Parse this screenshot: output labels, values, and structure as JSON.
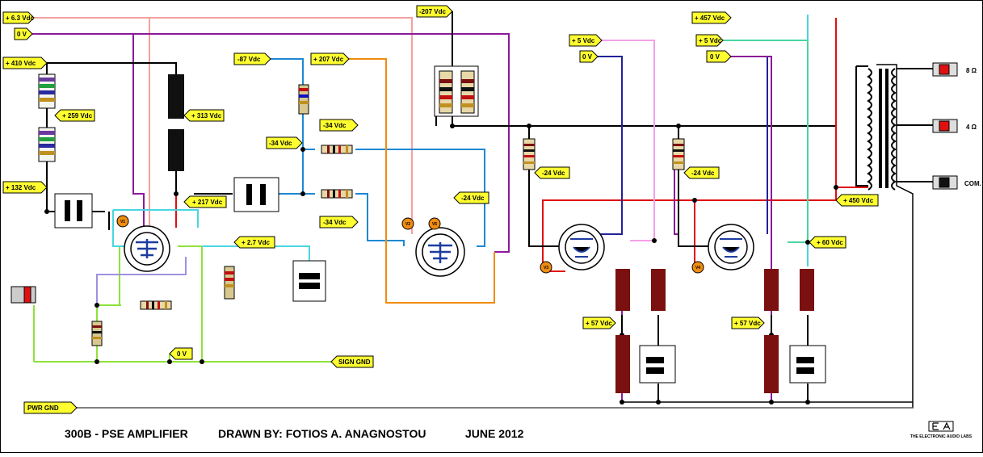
{
  "voltage_tags": {
    "v_minus_207": "-207 Vdc",
    "v_plus_6_3": "+ 6.3 Vdc",
    "v_zero_top": "0 V",
    "v_plus_410": "+ 410 Vdc",
    "v_plus_259": "+ 259 Vdc",
    "v_plus_313": "+ 313 Vdc",
    "v_plus_132": "+ 132 Vdc",
    "v_plus_217": "+ 217 Vdc",
    "v_minus_87": "-87 Vdc",
    "v_plus_207": "+ 207 Vdc",
    "v_minus_34_a": "-34 Vdc",
    "v_minus_34_b": "-34 Vdc",
    "v_minus_34_c": "-34 Vdc",
    "v_minus_24_a": "-24 Vdc",
    "v_minus_24_b": "-24 Vdc",
    "v_minus_24_c": "-24 Vdc",
    "v_plus_2_7": "+ 2.7 Vdc",
    "v_plus_5_a": "+ 5 Vdc",
    "v_zero_a": "0 V",
    "v_plus_457": "+ 457 Vdc",
    "v_plus_5_b": "+ 5 Vdc",
    "v_zero_b": "0 V",
    "v_plus_450": "+ 450 Vdc",
    "v_plus_60": "+ 60 Vdc",
    "v_plus_57_a": "+ 57 Vdc",
    "v_plus_57_b": "+ 57 Vdc",
    "v_zero_bottom": "0 V",
    "sign_gnd": "SIGN GND",
    "pwr_gnd": "PWR GND"
  },
  "outputs": {
    "out_8": "8 Ω",
    "out_4": "4 Ω",
    "out_com": "COM."
  },
  "tube_marks": {
    "v1": "V1",
    "v2": "V2",
    "v3": "V3",
    "v4": "V4",
    "v5": "V5"
  },
  "footer": {
    "title": "300B - PSE AMPLIFIER",
    "drawn_by": "DRAWN BY:  FOTIOS A. ANAGNOSTOU",
    "date": "JUNE 2012"
  },
  "logo_text": "THE ELECTRONIC AUDIO LABS",
  "colors": {
    "black": "#000000",
    "purple": "#8B1A9A",
    "pink": "#F5A0A0",
    "red": "#E01010",
    "blue": "#1E88D2",
    "orange": "#F08C10",
    "green": "#8EE23A",
    "cyan": "#48D6E0",
    "navy": "#22229A",
    "magenta": "#E860E0",
    "tag_fill": "#FFFF30",
    "resistor_dark": "#7A1010"
  }
}
